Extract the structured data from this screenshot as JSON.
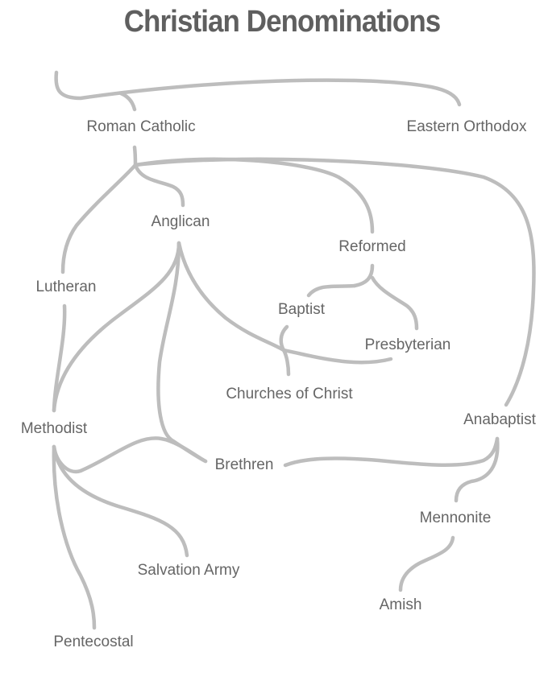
{
  "title": "Christian Denominations",
  "nodes": {
    "roman_catholic": "Roman Catholic",
    "eastern_orthodox": "Eastern Orthodox",
    "anglican": "Anglican",
    "reformed": "Reformed",
    "lutheran": "Lutheran",
    "baptist": "Baptist",
    "presbyterian": "Presbyterian",
    "churches_of_christ": "Churches of Christ",
    "methodist": "Methodist",
    "anabaptist": "Anabaptist",
    "brethren": "Brethren",
    "mennonite": "Mennonite",
    "salvation_army": "Salvation Army",
    "amish": "Amish",
    "pentecostal": "Pentecostal"
  }
}
